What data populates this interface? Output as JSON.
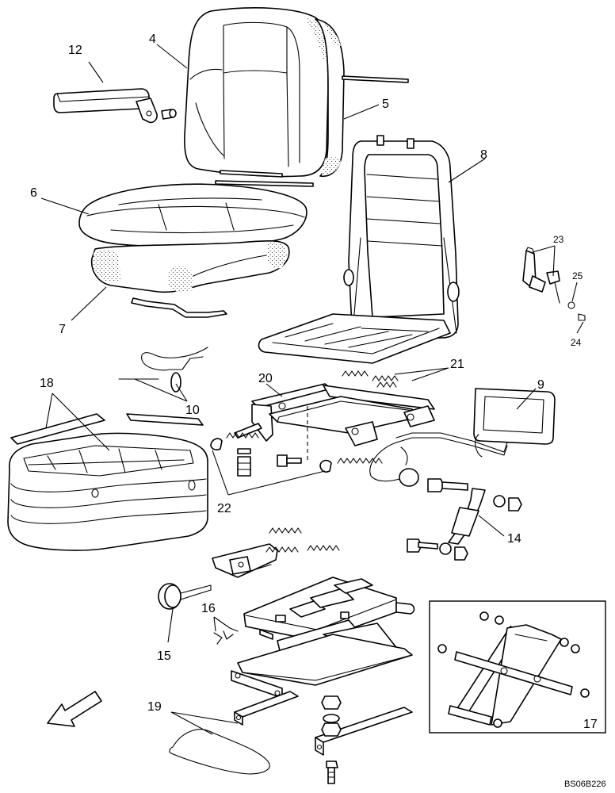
{
  "callouts": {
    "c4": "4",
    "c5": "5",
    "c6": "6",
    "c7": "7",
    "c8": "8",
    "c9": "9",
    "c10": "10",
    "c12": "12",
    "c14": "14",
    "c15": "15",
    "c16": "16",
    "c17": "17",
    "c18": "18",
    "c19": "19",
    "c20": "20",
    "c21": "21",
    "c22": "22",
    "c23": "23",
    "c24": "24",
    "c25": "25"
  },
  "drawing_code": "BS06B226"
}
